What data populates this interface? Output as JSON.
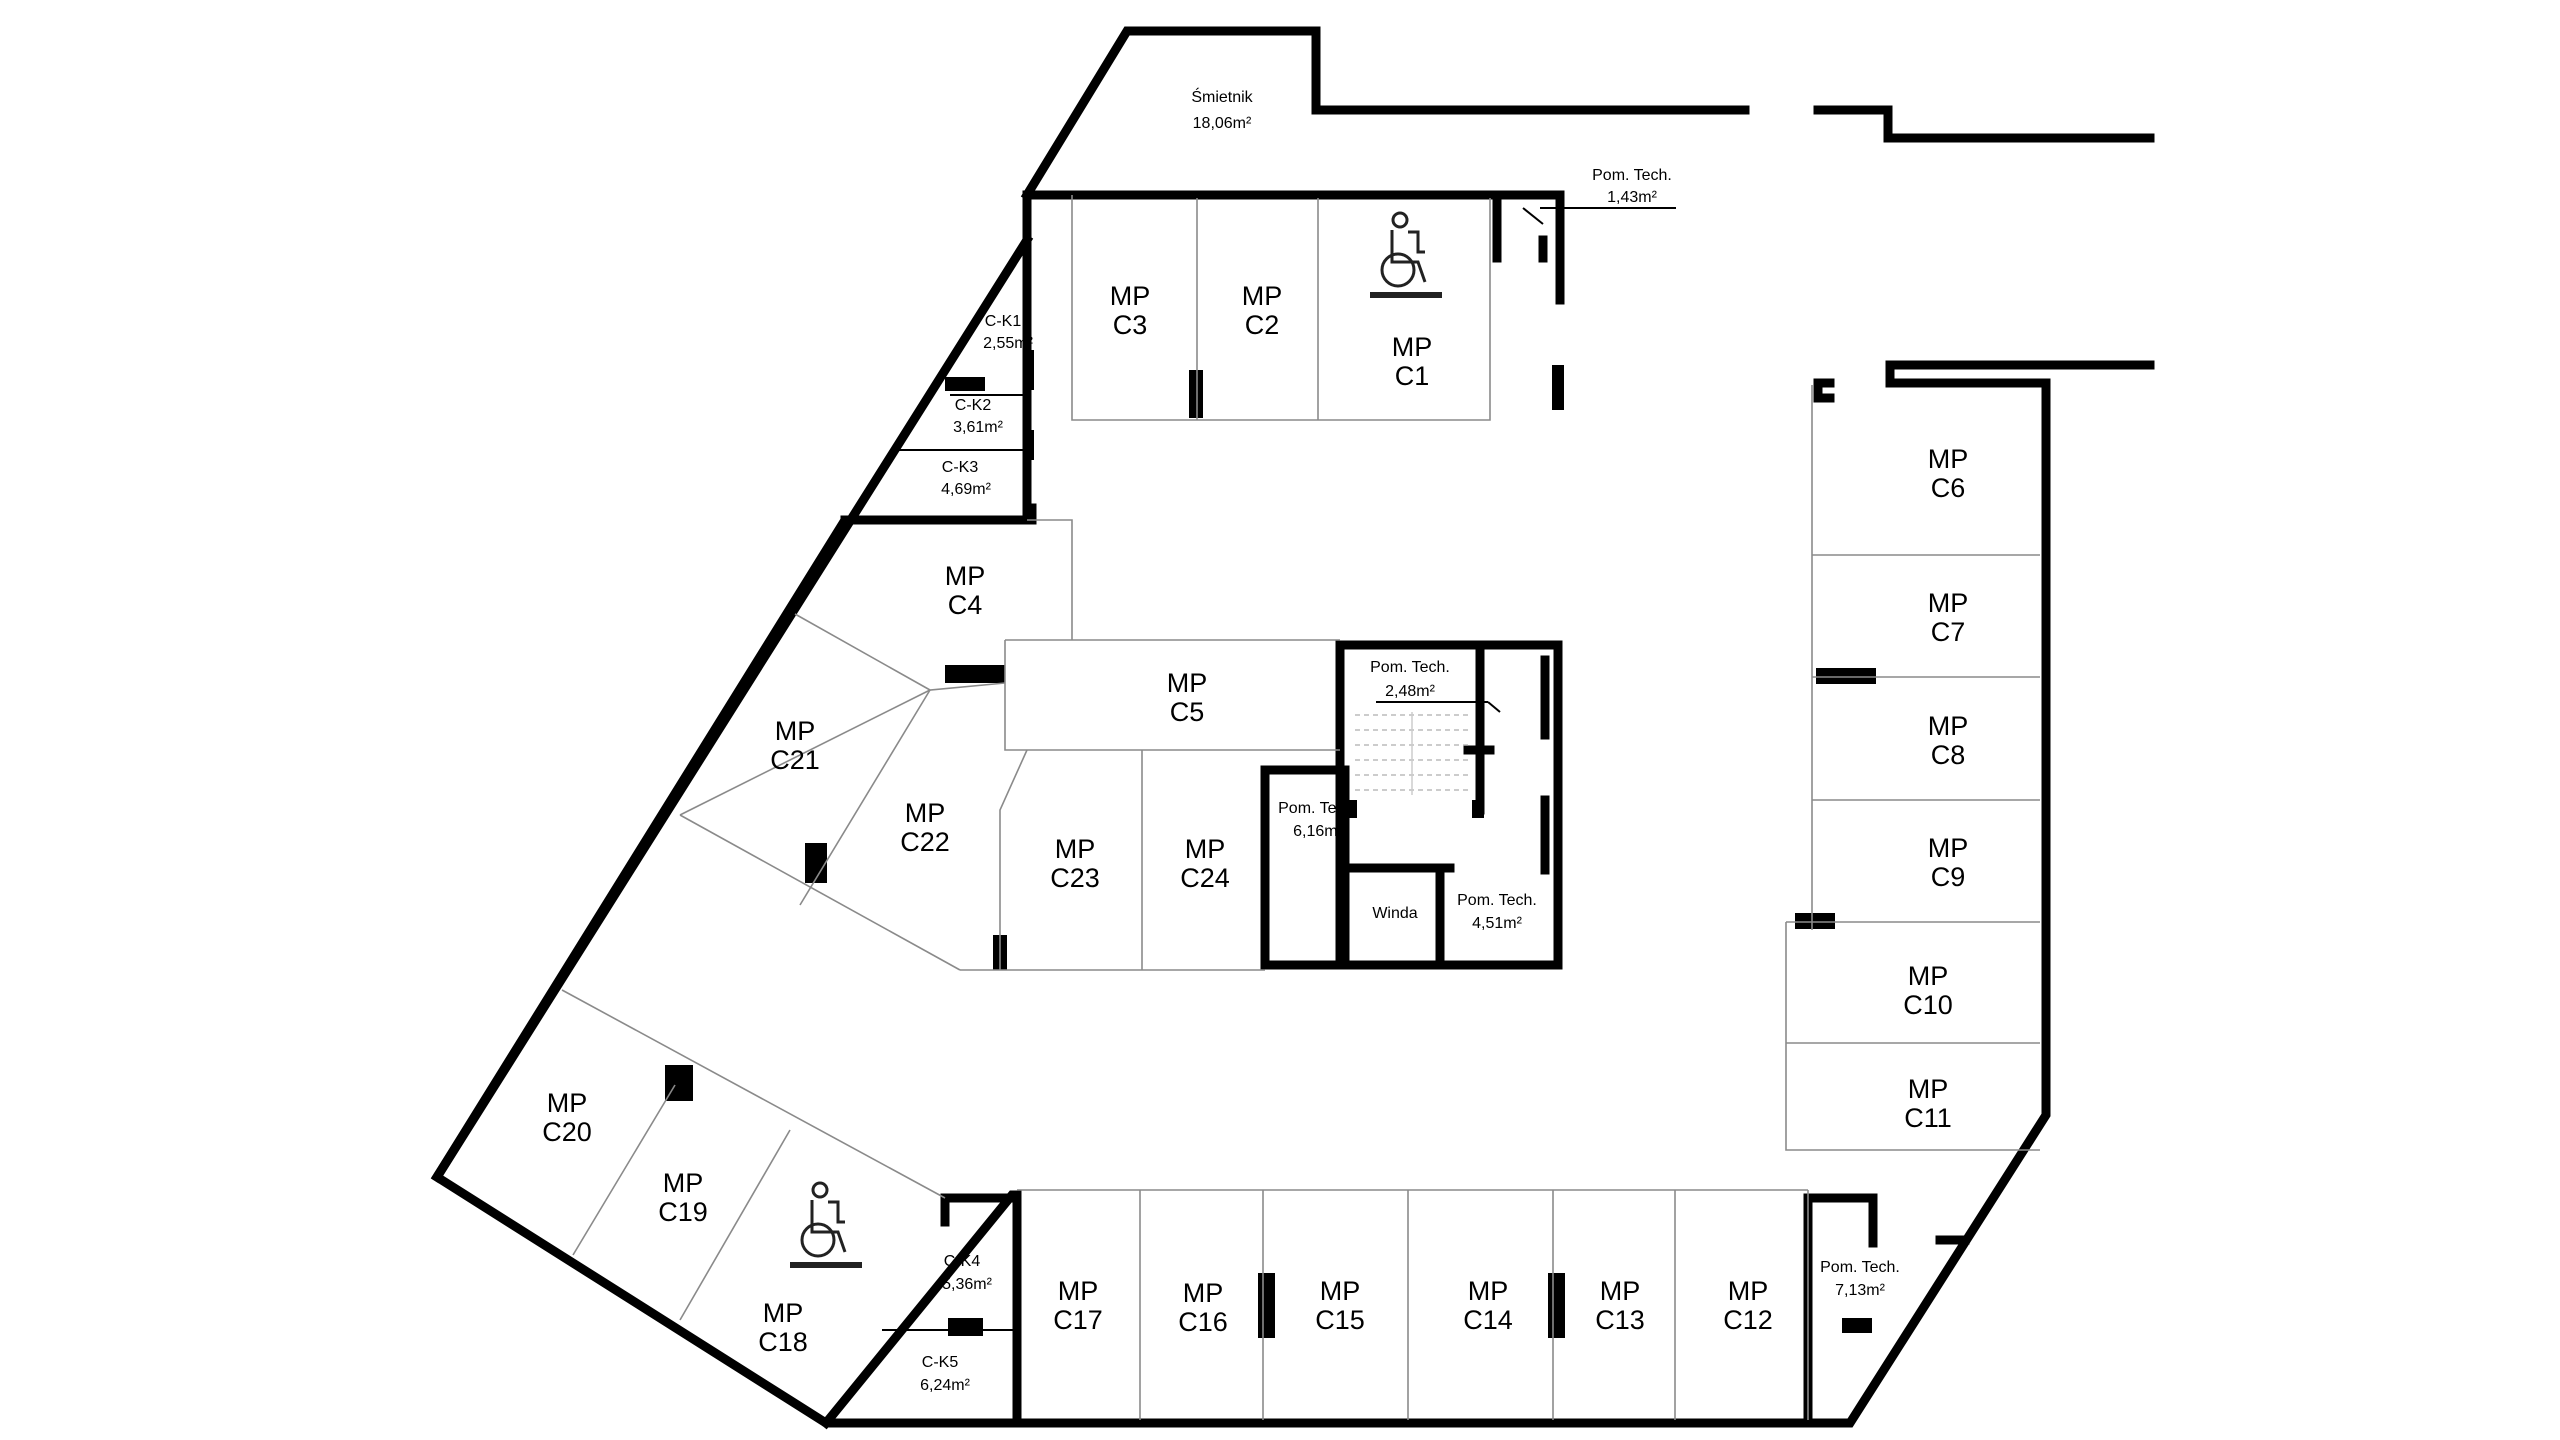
{
  "spaces": {
    "smietnik": {
      "line1": "Śmietnik",
      "line2": "18,06m²"
    },
    "tech_1": {
      "line1": "Pom. Tech.",
      "line2": "1,43m²"
    },
    "tech_2": {
      "line1": "Pom. Tech.",
      "line2": "2,48m²"
    },
    "tech_3": {
      "line1": "Pom. Tech.",
      "line2": "6,16m²"
    },
    "tech_4": {
      "line1": "Pom. Tech.",
      "line2": "4,51m²"
    },
    "tech_5": {
      "line1": "Pom. Tech.",
      "line2": "7,13m²"
    },
    "winda": {
      "line1": "Winda"
    },
    "ck1": {
      "line1": "C-K1",
      "line2": "2,55m²"
    },
    "ck2": {
      "line1": "C-K2",
      "line2": "3,61m²"
    },
    "ck3": {
      "line1": "C-K3",
      "line2": "4,69m²"
    },
    "ck4": {
      "line1": "C-K4",
      "line2": "5,36m²"
    },
    "ck5": {
      "line1": "C-K5",
      "line2": "6,24m²"
    }
  },
  "parking": {
    "prefix": "MP",
    "c1": "C1",
    "c2": "C2",
    "c3": "C3",
    "c4": "C4",
    "c5": "C5",
    "c6": "C6",
    "c7": "C7",
    "c8": "C8",
    "c9": "C9",
    "c10": "C10",
    "c11": "C11",
    "c12": "C12",
    "c13": "C13",
    "c14": "C14",
    "c15": "C15",
    "c16": "C16",
    "c17": "C17",
    "c18": "C18",
    "c19": "C19",
    "c20": "C20",
    "c21": "C21",
    "c22": "C22",
    "c23": "C23",
    "c24": "C24"
  },
  "icons": {
    "accessible_1": "wheelchair-icon",
    "accessible_2": "wheelchair-icon"
  },
  "colors": {
    "wall": "#000000",
    "bay_line": "#8a8a8a",
    "background": "#ffffff"
  }
}
